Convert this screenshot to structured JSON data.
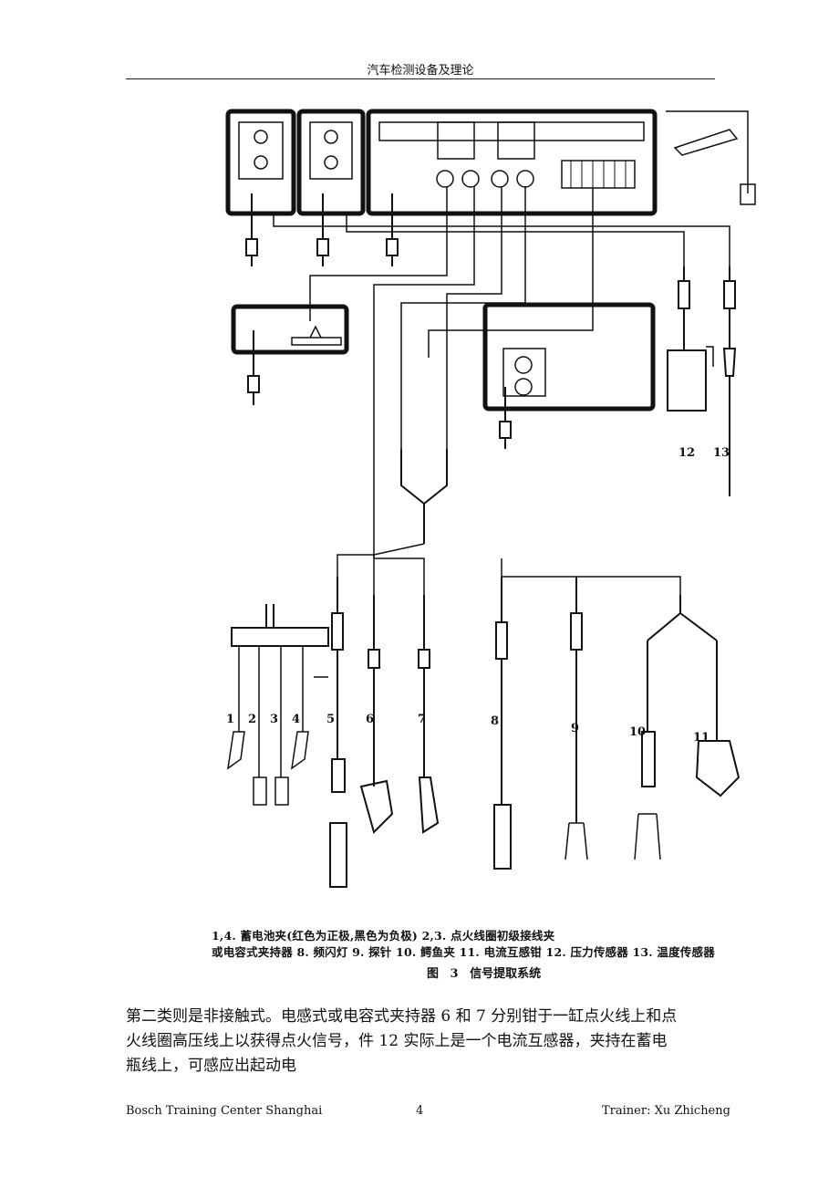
{
  "header": {
    "title": "汽车检测设备及理论"
  },
  "figure": {
    "labels": [
      "1",
      "2",
      "3",
      "4",
      "5",
      "6",
      "7",
      "8",
      "9",
      "10",
      "11",
      "12",
      "13"
    ],
    "caption_line1": "1,4. 蓄电池夹(红色为正极,黑色为负极)  2,3. 点火线圈初级接线夹",
    "caption_line2": "或电容式夹持器  8. 频闪灯  9. 探针  10. 鳄鱼夹  11. 电流互感钳  12. 压力传感器  13. 温度传感器",
    "title_label": "图  3",
    "title_text": "信号提取系统"
  },
  "body": {
    "lines": [
      "第二类则是非接触式。电感式或电容式夹持器 6 和 7 分别钳于一缸点火线上和点",
      "火线圈高压线上以获得点火信号，件 12 实际上是一个电流互感器，夹持在蓄电",
      "瓶线上，可感应出起动电"
    ]
  },
  "footer": {
    "left": "Bosch Training Center Shanghai",
    "page": "4",
    "right": "Trainer: Xu Zhicheng"
  }
}
